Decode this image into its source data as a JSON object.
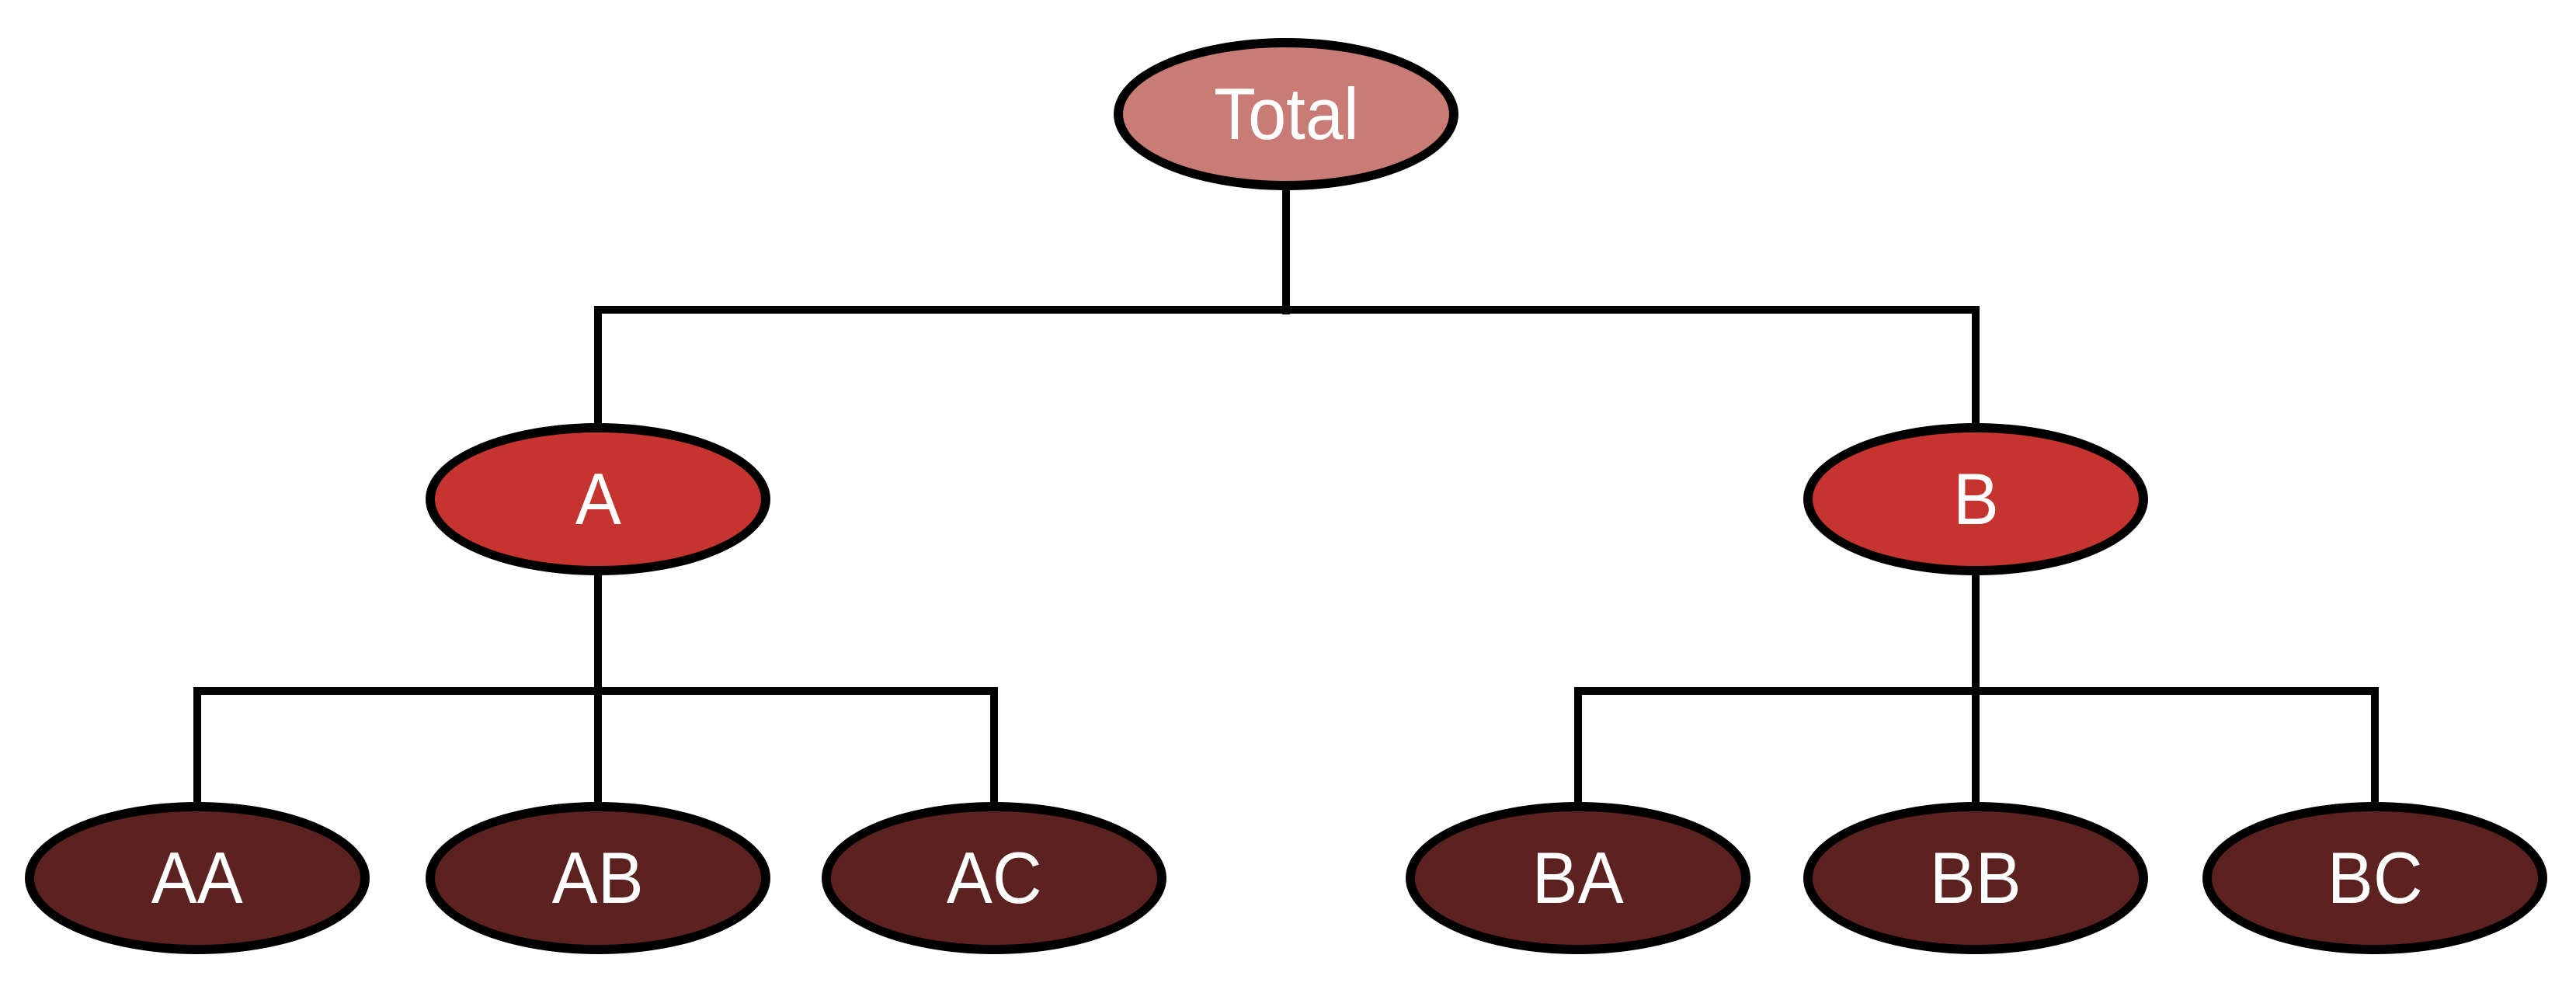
{
  "diagram": {
    "type": "tree",
    "background_color": "#FFFFFF",
    "edge_color": "#000000",
    "node_border_color": "#000000",
    "label_color": "#FFFFFF",
    "levels": [
      {
        "name": "root",
        "fill": "#C97B76"
      },
      {
        "name": "mid",
        "fill": "#C5342E"
      },
      {
        "name": "leaf",
        "fill": "#5C221F"
      }
    ],
    "nodes": [
      {
        "id": "total",
        "label": "Total",
        "level": 0,
        "parent": null,
        "fill": "#C97B76"
      },
      {
        "id": "a",
        "label": "A",
        "level": 1,
        "parent": "total",
        "fill": "#C5342E"
      },
      {
        "id": "b",
        "label": "B",
        "level": 1,
        "parent": "total",
        "fill": "#C5342E"
      },
      {
        "id": "aa",
        "label": "AA",
        "level": 2,
        "parent": "a",
        "fill": "#5C221F"
      },
      {
        "id": "ab",
        "label": "AB",
        "level": 2,
        "parent": "a",
        "fill": "#5C221F"
      },
      {
        "id": "ac",
        "label": "AC",
        "level": 2,
        "parent": "a",
        "fill": "#5C221F"
      },
      {
        "id": "ba",
        "label": "BA",
        "level": 2,
        "parent": "b",
        "fill": "#5C221F"
      },
      {
        "id": "bb",
        "label": "BB",
        "level": 2,
        "parent": "b",
        "fill": "#5C221F"
      },
      {
        "id": "bc",
        "label": "BC",
        "level": 2,
        "parent": "b",
        "fill": "#5C221F"
      }
    ],
    "edges": [
      {
        "from": "total",
        "to": "a"
      },
      {
        "from": "total",
        "to": "b"
      },
      {
        "from": "a",
        "to": "aa"
      },
      {
        "from": "a",
        "to": "ab"
      },
      {
        "from": "a",
        "to": "ac"
      },
      {
        "from": "b",
        "to": "ba"
      },
      {
        "from": "b",
        "to": "bb"
      },
      {
        "from": "b",
        "to": "bc"
      }
    ]
  }
}
